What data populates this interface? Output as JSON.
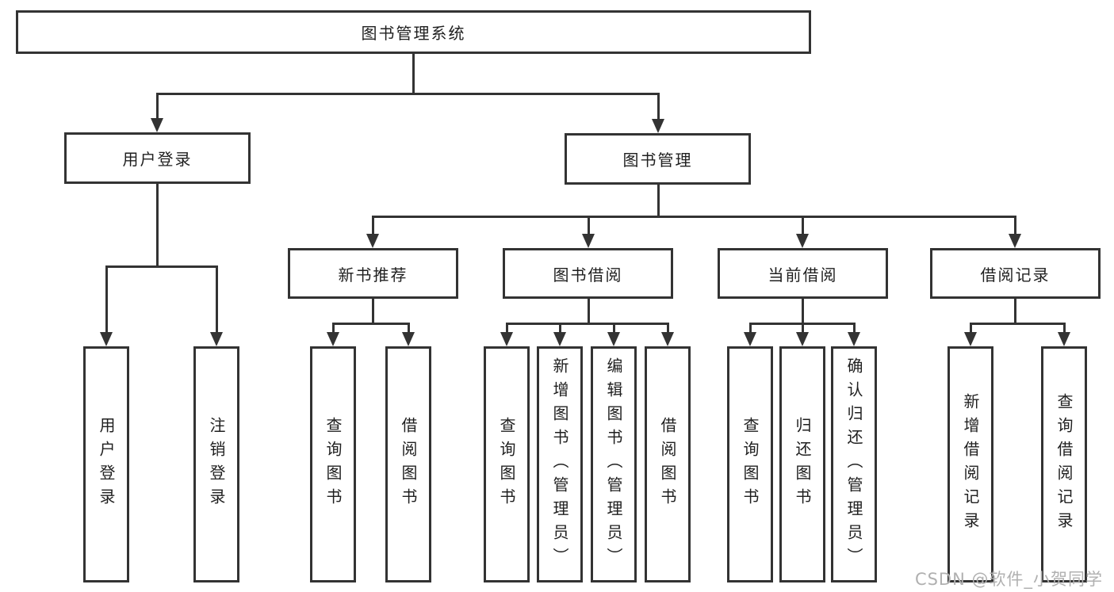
{
  "diagram": {
    "type": "tree",
    "title": "图书管理系统",
    "watermark": "CSDN @软件_小贺同学",
    "colors": {
      "line": "#333333",
      "text": "#1f1f1f",
      "box_background": "#ffffff",
      "background": "#ffffff",
      "watermark": "#b0b0b0"
    },
    "nodes": [
      {
        "id": "root",
        "label": "图书管理系统",
        "parent": null,
        "level": 1
      },
      {
        "id": "login",
        "label": "用户登录",
        "parent": "root",
        "level": 2
      },
      {
        "id": "mgmt",
        "label": "图书管理",
        "parent": "root",
        "level": 2
      },
      {
        "id": "newbook",
        "label": "新书推荐",
        "parent": "mgmt",
        "level": 3
      },
      {
        "id": "borrow",
        "label": "图书借阅",
        "parent": "mgmt",
        "level": 3
      },
      {
        "id": "current",
        "label": "当前借阅",
        "parent": "mgmt",
        "level": 3
      },
      {
        "id": "records",
        "label": "借阅记录",
        "parent": "mgmt",
        "level": 3
      },
      {
        "id": "u1",
        "label": "用户登录",
        "parent": "login",
        "level": 4
      },
      {
        "id": "u2",
        "label": "注销登录",
        "parent": "login",
        "level": 4
      },
      {
        "id": "n1",
        "label": "查询图书",
        "parent": "newbook",
        "level": 4
      },
      {
        "id": "n2",
        "label": "借阅图书",
        "parent": "newbook",
        "level": 4
      },
      {
        "id": "b1",
        "label": "查询图书",
        "parent": "borrow",
        "level": 4
      },
      {
        "id": "b2",
        "label": "新增图书（管理员）",
        "parent": "borrow",
        "level": 4
      },
      {
        "id": "b3",
        "label": "编辑图书（管理员）",
        "parent": "borrow",
        "level": 4
      },
      {
        "id": "b4",
        "label": "借阅图书",
        "parent": "borrow",
        "level": 4
      },
      {
        "id": "c1",
        "label": "查询图书",
        "parent": "current",
        "level": 4
      },
      {
        "id": "c2",
        "label": "归还图书",
        "parent": "current",
        "level": 4
      },
      {
        "id": "c3",
        "label": "确认归还（管理员）",
        "parent": "current",
        "level": 4
      },
      {
        "id": "r1",
        "label": "新增借阅记录",
        "parent": "records",
        "level": 4
      },
      {
        "id": "r2",
        "label": "查询借阅记录",
        "parent": "records",
        "level": 4
      }
    ]
  }
}
